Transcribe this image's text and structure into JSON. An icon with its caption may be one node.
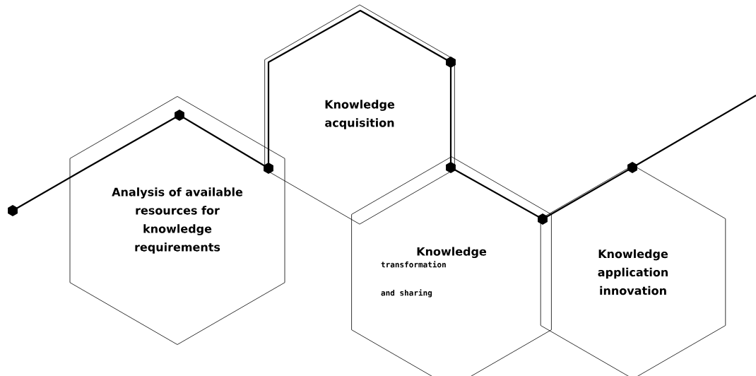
{
  "diagram": {
    "nodes": [
      {
        "text": [
          "Analysis of available resources for knowledge requirements"
        ]
      },
      {
        "text": [
          "Knowledge acquisition"
        ]
      },
      {
        "text": [
          "Knowledge",
          "transformation and sharing"
        ]
      },
      {
        "text": [
          "Knowledge application innovation"
        ]
      }
    ]
  }
}
